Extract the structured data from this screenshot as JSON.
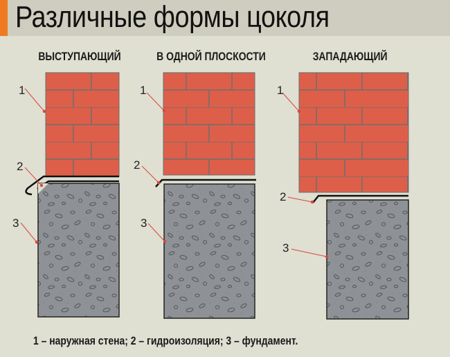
{
  "title": "Различные формы цоколя",
  "colors": {
    "accent": "#f07a22",
    "brick": "#dd5f4a",
    "mortar": "#6e6e6e",
    "concrete": "#8e9296",
    "background": "#dfdfd2",
    "title_bar": "#cfcdbf",
    "leader": "#d9463a"
  },
  "columns": [
    {
      "heading": "ВЫСТУПАЮЩИЙ",
      "labels": [
        "1",
        "2",
        "3"
      ]
    },
    {
      "heading": "В ОДНОЙ ПЛОСКОСТИ",
      "labels": [
        "1",
        "2",
        "3"
      ]
    },
    {
      "heading": "ЗАПАДАЮЩИЙ",
      "labels": [
        "1",
        "2",
        "3"
      ]
    }
  ],
  "legend": "1 – наружная стена; 2 – гидроизоляция; 3 – фундамент."
}
